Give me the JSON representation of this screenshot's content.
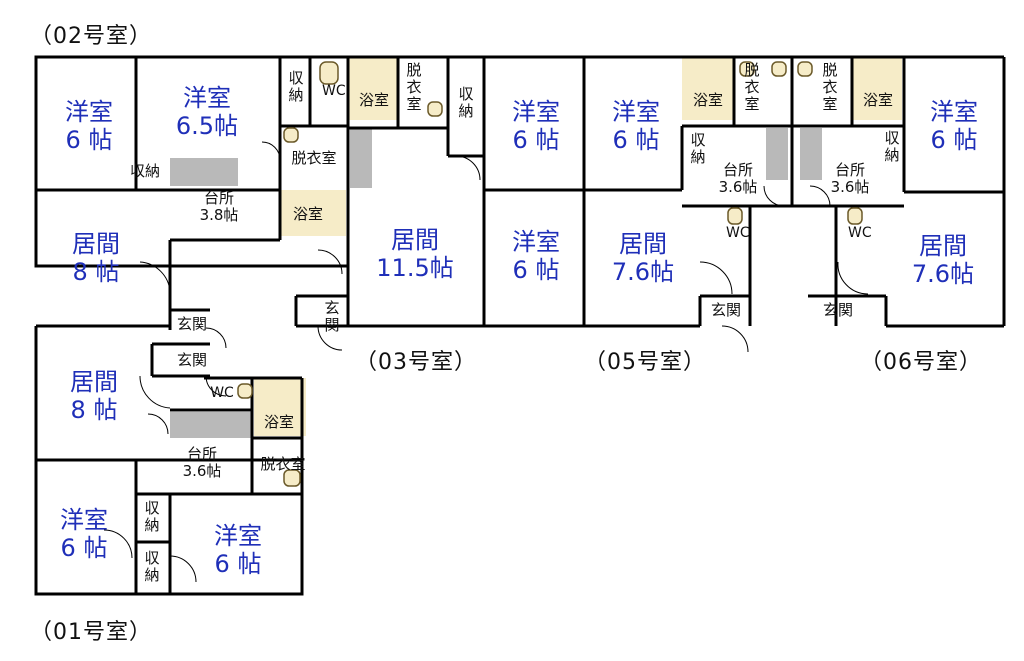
{
  "units": {
    "u02": "（02号室）",
    "u03": "（03号室）",
    "u05": "（05号室）",
    "u06": "（06号室）",
    "u01": "（01号室）"
  },
  "rooms": {
    "r02_yoshitsu_a": {
      "name": "洋室",
      "size": "6 帖"
    },
    "r02_yoshitsu_b": {
      "name": "洋室",
      "size": "6.5帖"
    },
    "r02_ima": {
      "name": "居間",
      "size": "8 帖"
    },
    "r03_ima": {
      "name": "居間",
      "size": "11.5帖"
    },
    "r03_yoshitsu_a": {
      "name": "洋室",
      "size": "6 帖"
    },
    "r03_yoshitsu_b": {
      "name": "洋室",
      "size": "6 帖"
    },
    "r05_yoshitsu": {
      "name": "洋室",
      "size": "6 帖"
    },
    "r05_ima": {
      "name": "居間",
      "size": "7.6帖"
    },
    "r06_yoshitsu": {
      "name": "洋室",
      "size": "6 帖"
    },
    "r06_ima": {
      "name": "居間",
      "size": "7.6帖"
    },
    "r01_ima": {
      "name": "居間",
      "size": "8 帖"
    },
    "r01_yoshitsu_a": {
      "name": "洋室",
      "size": "6 帖"
    },
    "r01_yoshitsu_b": {
      "name": "洋室",
      "size": "6 帖"
    }
  },
  "fixtures": {
    "shuno": "収納",
    "shuno_v1": "収",
    "shuno_v2": "納",
    "yokushitsu": "浴室",
    "datsuishitsu": "脱衣室",
    "datsu_v1": "脱",
    "datsu_v2": "衣",
    "datsu_v3": "室",
    "wc": "WC",
    "wc_v1": "W",
    "wc_v2": "C",
    "genkan": "玄関",
    "genkan_v1": "玄",
    "genkan_v2": "関",
    "daidokoro": "台所",
    "k02_size": "3.8帖",
    "k05_size": "3.6帖",
    "k06_size": "3.6帖",
    "k01_size": "3.6帖"
  }
}
